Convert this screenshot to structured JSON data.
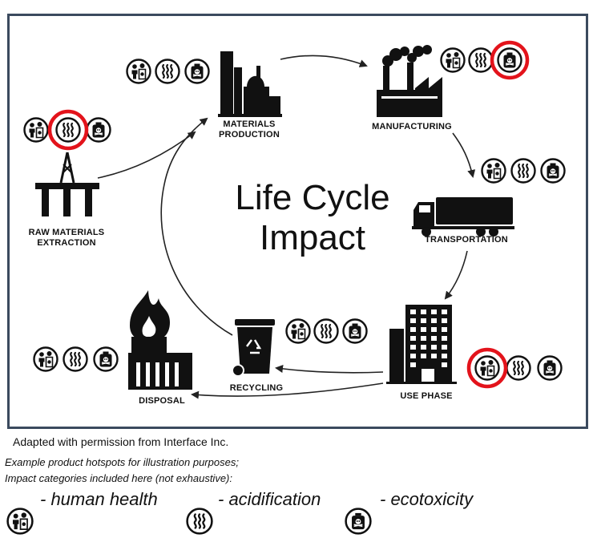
{
  "title": "Life Cycle Impact",
  "stages": {
    "raw_materials": "RAW MATERIALS EXTRACTION",
    "materials_production": "MATERIALS PRODUCTION",
    "manufacturing": "MANUFACTURING",
    "transportation": "TRANSPORTATION",
    "use_phase": "USE PHASE",
    "recycling": "RECYCLING",
    "disposal": "DISPOSAL"
  },
  "hotspots": {
    "raw_materials": "acidification-icon",
    "manufacturing": "ecotoxicity-icon",
    "use_phase": "human-health-icon"
  },
  "icons": [
    "human-health-icon",
    "acidification-icon",
    "ecotoxicity-icon"
  ],
  "colors": {
    "hotspot_ring": "#e3131b",
    "frame": "#3b4a5e",
    "ink": "#111111"
  },
  "credit": "Adapted with permission from Interface Inc.",
  "notes": [
    "Example product hotspots for illustration purposes;",
    "Impact categories included here (not exhaustive):"
  ],
  "legend": {
    "human_health": "- human health",
    "acidification": "- acidification",
    "ecotoxicity": "- ecotoxicity"
  }
}
